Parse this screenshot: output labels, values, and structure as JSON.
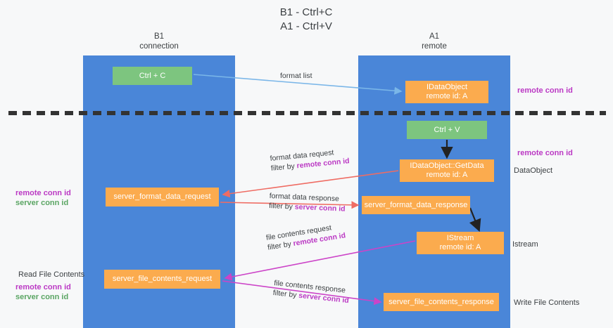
{
  "title": {
    "line1": "B1 - Ctrl+C",
    "line2": "A1 - Ctrl+V"
  },
  "columns": [
    {
      "id": "b1",
      "name": "B1",
      "role": "connection"
    },
    {
      "id": "a1",
      "name": "A1",
      "role": "remote"
    }
  ],
  "nodes": [
    {
      "id": "ctrl-c",
      "label": "Ctrl + C",
      "sub": "",
      "color": "#7dc57f",
      "lane": "b1"
    },
    {
      "id": "idataobject",
      "label": "IDataObject",
      "sub": "remote id: A",
      "color": "#fbab4e",
      "lane": "a1"
    },
    {
      "id": "ctrl-v",
      "label": "Ctrl + V",
      "sub": "",
      "color": "#7dc57f",
      "lane": "a1"
    },
    {
      "id": "idataobject-getdata",
      "label": "IDataObject::GetData",
      "sub": "remote id: A",
      "color": "#fbab4e",
      "lane": "a1"
    },
    {
      "id": "server-format-data-request",
      "label": "server_format_data_request",
      "sub": "",
      "color": "#fbab4e",
      "lane": "b1"
    },
    {
      "id": "server-format-data-response",
      "label": "server_format_data_response",
      "sub": "",
      "color": "#fbab4e",
      "lane": "a1"
    },
    {
      "id": "istream",
      "label": "IStream",
      "sub": "remote id: A",
      "color": "#fbab4e",
      "lane": "a1"
    },
    {
      "id": "server-file-contents-request",
      "label": "server_file_contents_request",
      "sub": "",
      "color": "#fbab4e",
      "lane": "b1"
    },
    {
      "id": "server-file-contents-response",
      "label": "server_file_contents_response",
      "sub": "",
      "color": "#fbab4e",
      "lane": "a1"
    }
  ],
  "edge_labels": {
    "format_list": "format list",
    "format_data_request": "format data request",
    "format_data_request_filter_prefix": "filter by ",
    "format_data_request_filter_key": "remote conn id",
    "format_data_response": "format data response",
    "format_data_response_filter_prefix": "filter by ",
    "format_data_response_filter_key": "server conn id",
    "file_contents_request": "file contents request",
    "file_contents_request_filter_prefix": "filter by ",
    "file_contents_request_filter_key": "remote conn id",
    "file_contents_response": "file contents response",
    "file_contents_response_filter_prefix": "filter by ",
    "file_contents_response_filter_key": "server conn id"
  },
  "annotations": {
    "right_remote_conn_id_top": "remote conn id",
    "right_remote_conn_id_mid": "remote conn id",
    "dataobject": "DataObject",
    "istream": "Istream",
    "write_file_contents": "Write File Contents",
    "read_file_contents": "Read File Contents",
    "left_remote_conn_id_top": "remote conn id",
    "left_server_conn_id_top": "server conn id",
    "left_remote_conn_id_bottom": "remote conn id",
    "left_server_conn_id_bottom": "server conn id"
  },
  "colors": {
    "lane": "#4a86d8",
    "green_node": "#7dc57f",
    "orange_node": "#fbab4e",
    "magenta_text": "#bb39c4",
    "green_text": "#5aa563",
    "arrow_blue": "#7ab6e8",
    "arrow_red": "#ef6c63",
    "arrow_magenta": "#cc44c8",
    "arrow_black": "#222222",
    "divider": "#333333",
    "background": "#f7f8f9"
  }
}
